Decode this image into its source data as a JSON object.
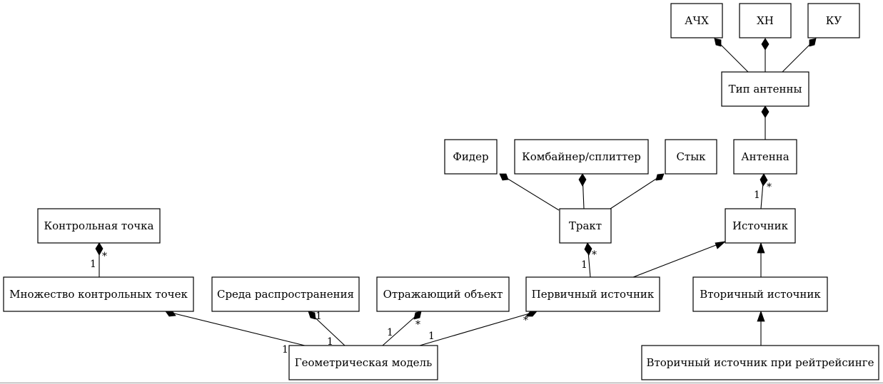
{
  "nodes": {
    "achx": "АЧХ",
    "xn": "ХН",
    "ku": "КУ",
    "antenna_type": "Тип антенны",
    "feeder": "Фидер",
    "combiner": "Комбайнер/сплиттер",
    "joint": "Стык",
    "antenna": "Антенна",
    "control_point": "Контрольная точка",
    "tract": "Тракт",
    "source": "Источник",
    "control_point_set": "Множество контрольных точек",
    "propagation_medium": "Среда распространения",
    "reflecting_object": "Отражающий объект",
    "primary_source": "Первичный источник",
    "secondary_source": "Вторичный источник",
    "geometric_model": "Геометрическая модель",
    "raytracing_secondary_source": "Вторичный источник при рейтрейсинге"
  },
  "multiplicities": {
    "one": "1",
    "many": "*"
  }
}
